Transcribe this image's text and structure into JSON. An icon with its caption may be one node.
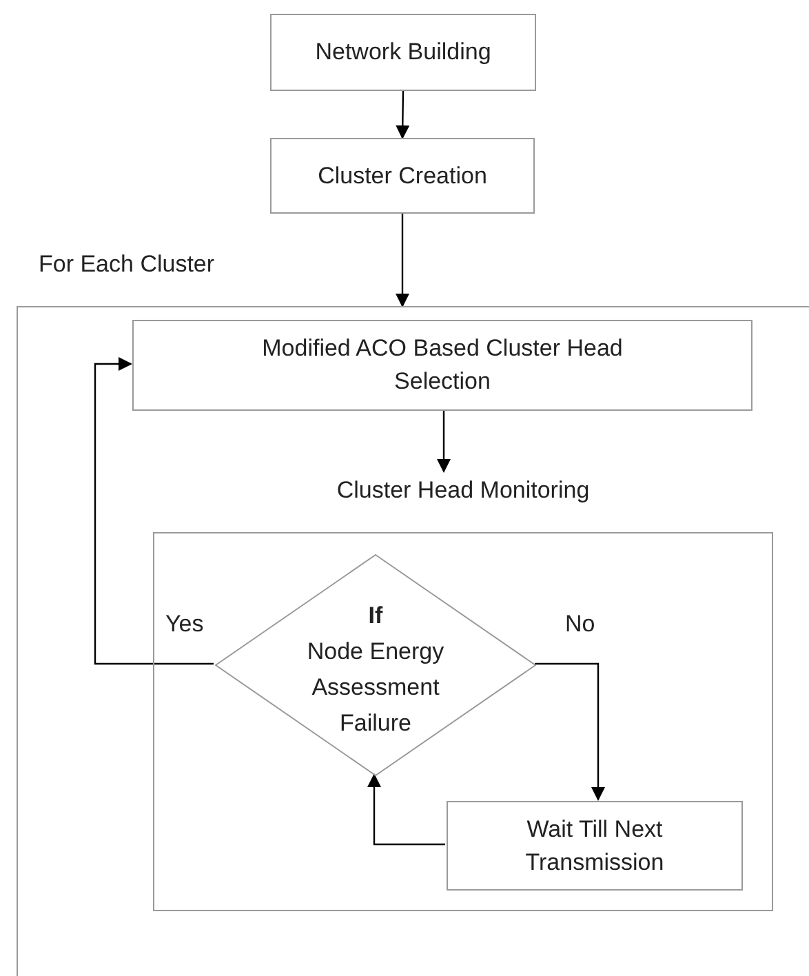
{
  "diagram": {
    "nodes": [
      {
        "text": [
          "Network Building"
        ]
      },
      {
        "text": [
          "Cluster Creation"
        ]
      },
      {
        "text": [
          "For Each Cluster"
        ]
      },
      {
        "text": [
          "Modified ACO Based Cluster Head Selection"
        ],
        "in": 2
      },
      {
        "text": [
          "Cluster Head Monitoring"
        ],
        "in": 2
      },
      {
        "text": [
          "If",
          "Node Energy Assessment Failure"
        ],
        "in": 4
      },
      {
        "text": [
          "Wait Till Next Transmission"
        ],
        "in": 4
      }
    ],
    "edges": [
      {
        "from": 0,
        "to": 1,
        "arrow": "to"
      },
      {
        "from": 1,
        "to": 2,
        "arrow": "to"
      },
      {
        "from": 3,
        "to": 4,
        "arrow": "to"
      },
      {
        "from": 5,
        "to": 3,
        "arrow": "to",
        "label": "Yes"
      },
      {
        "from": 5,
        "to": 6,
        "arrow": "to",
        "label": "No"
      },
      {
        "from": 6,
        "to": 5,
        "arrow": "to"
      }
    ]
  }
}
